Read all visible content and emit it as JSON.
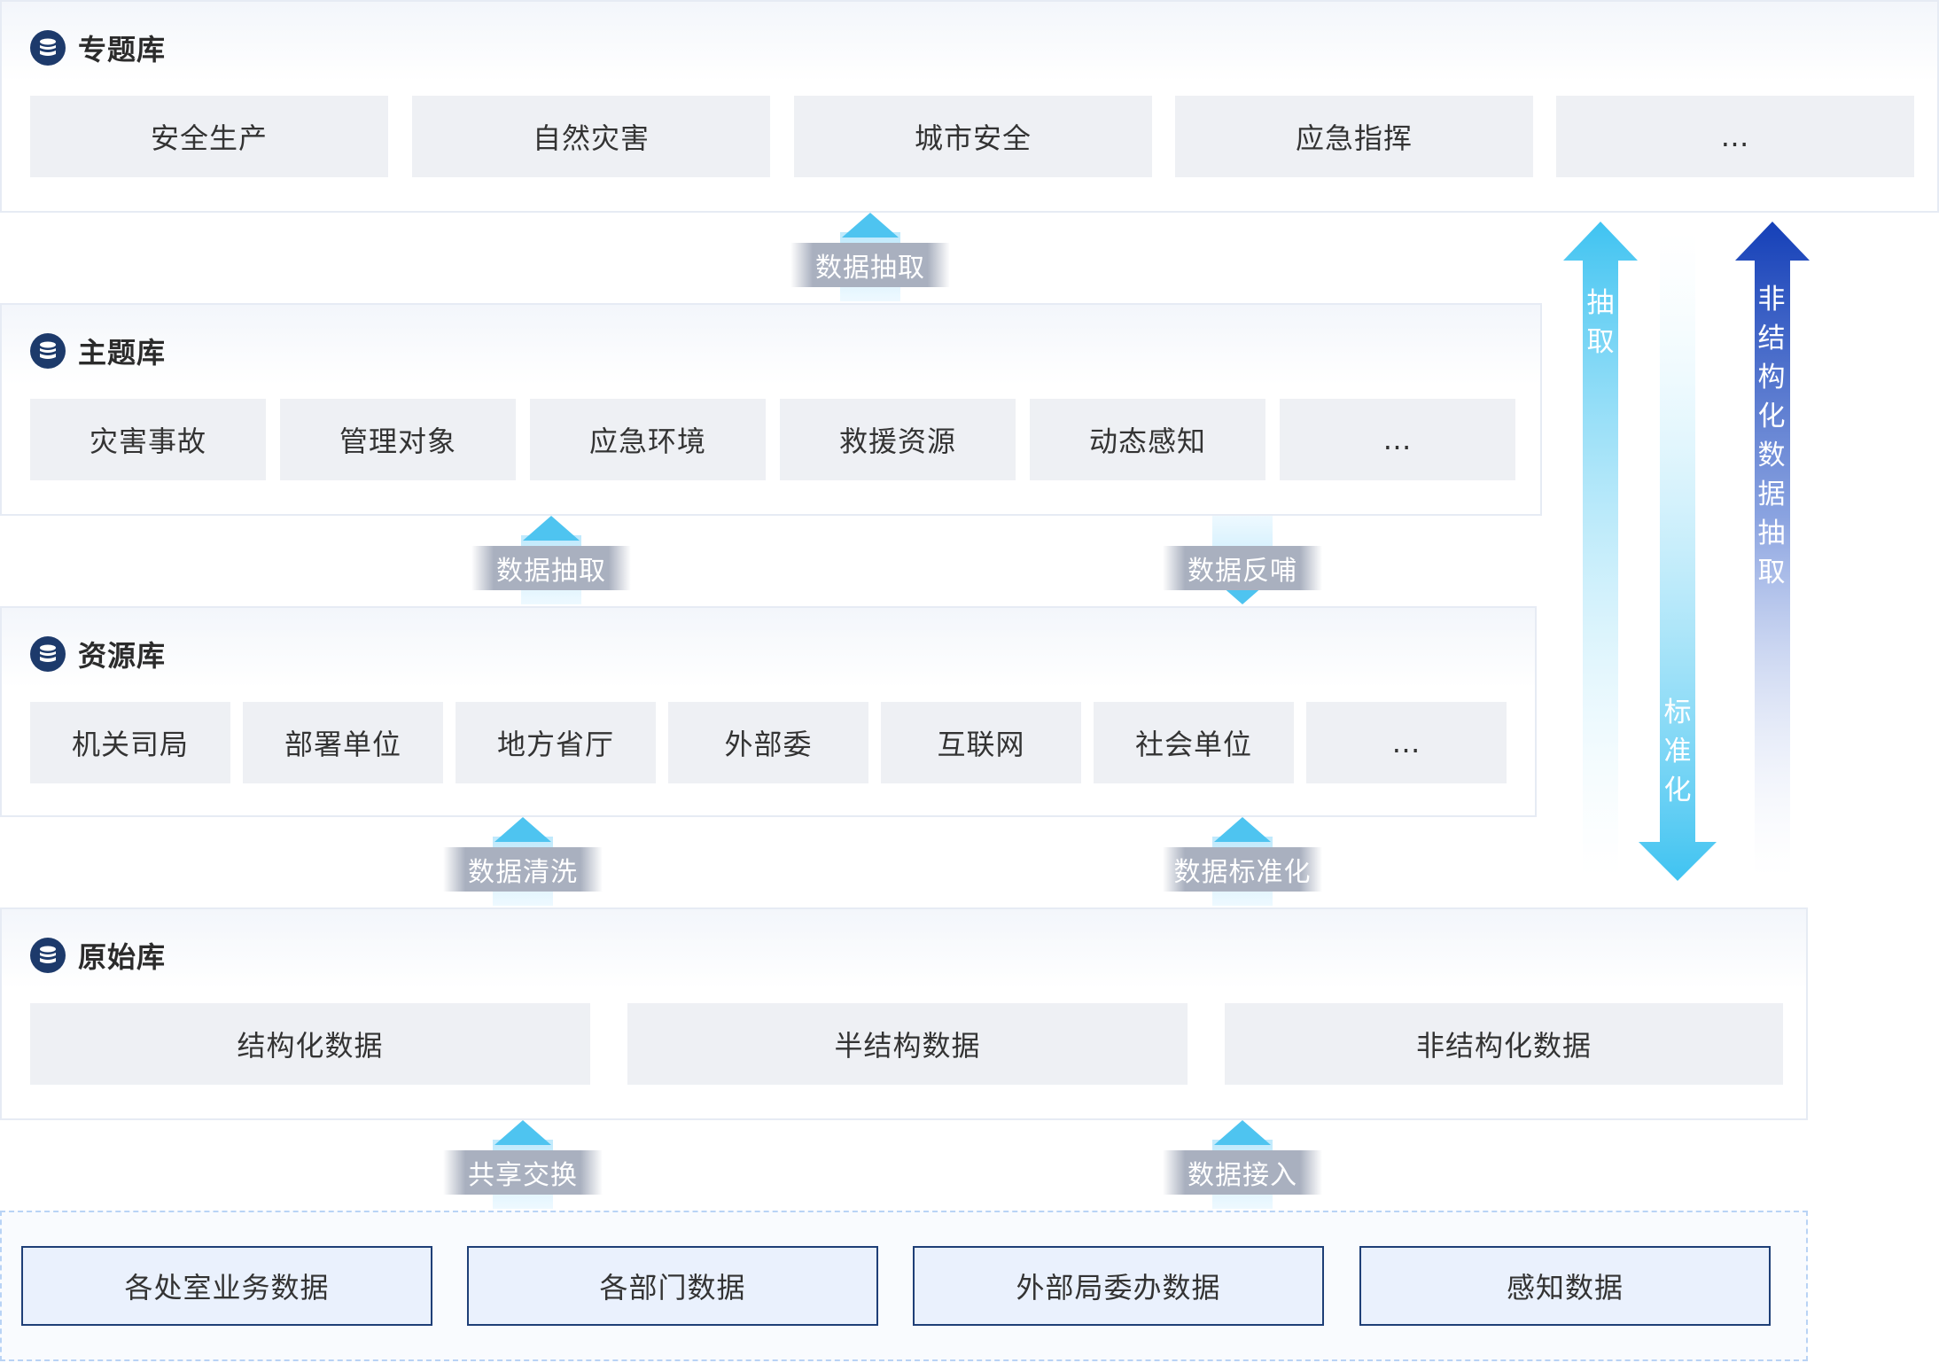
{
  "layers": {
    "topic_specialized": {
      "title": "专题库",
      "items": [
        "安全生产",
        "自然灾害",
        "城市安全",
        "应急指挥",
        "…"
      ]
    },
    "theme": {
      "title": "主题库",
      "items": [
        "灾害事故",
        "管理对象",
        "应急环境",
        "救援资源",
        "动态感知",
        "…"
      ]
    },
    "resource": {
      "title": "资源库",
      "items": [
        "机关司局",
        "部署单位",
        "地方省厅",
        "外部委",
        "互联网",
        "社会单位",
        "…"
      ]
    },
    "raw": {
      "title": "原始库",
      "items": [
        "结构化数据",
        "半结构数据",
        "非结构化数据"
      ]
    }
  },
  "sources": [
    "各处室业务数据",
    "各部门数据",
    "外部局委办数据",
    "感知数据"
  ],
  "flows": {
    "theme_to_topic": "数据抽取",
    "resource_to_theme": "数据抽取",
    "theme_to_resource": "数据反哺",
    "raw_to_resource_clean": "数据清洗",
    "raw_to_resource_std": "数据标准化",
    "source_share": "共享交换",
    "source_access": "数据接入"
  },
  "side_arrows": {
    "extract": [
      "抽",
      "取"
    ],
    "standardize": [
      "标",
      "准",
      "化"
    ],
    "unstructured": [
      "非",
      "结",
      "构",
      "化",
      "数",
      "据",
      "抽",
      "取"
    ]
  },
  "colors": {
    "icon": "#1d3a6b",
    "cell_bg": "#eef0f4",
    "arrow_light": "#4ec4f0",
    "arrow_dark": "#1a4fc2",
    "source_border": "#1f3f77"
  }
}
